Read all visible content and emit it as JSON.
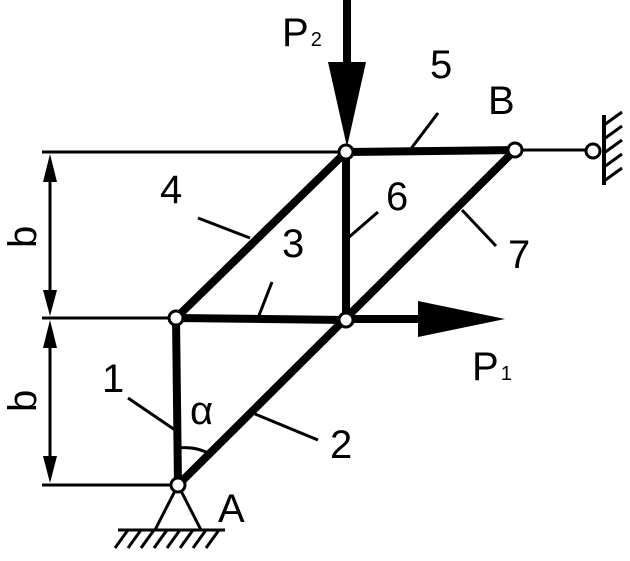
{
  "diagram": {
    "member_labels": [
      "1",
      "2",
      "3",
      "4",
      "5",
      "6",
      "7"
    ],
    "node_labels": {
      "A": "A",
      "B": "B"
    },
    "dimension_label": "b",
    "angle_label": "α",
    "forces": [
      {
        "base": "P",
        "index": "1"
      },
      {
        "base": "P",
        "index": "2"
      }
    ],
    "colors": {
      "stroke": "#000000",
      "background": "#ffffff"
    }
  }
}
